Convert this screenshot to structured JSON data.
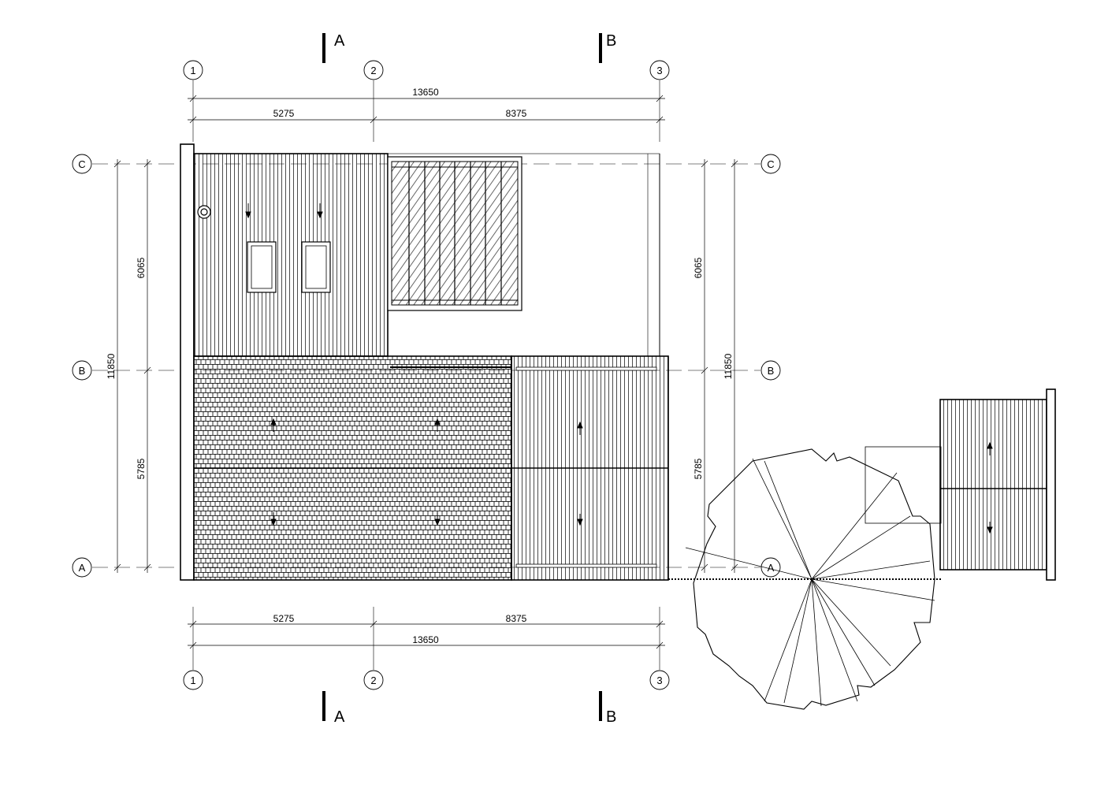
{
  "grid": {
    "cols": [
      "1",
      "2",
      "3"
    ],
    "rows": [
      "C",
      "B",
      "A"
    ]
  },
  "sections": {
    "a": "A",
    "b": "B"
  },
  "dims": {
    "top_total": "13650",
    "top_left": "5275",
    "top_right": "8375",
    "bottom_left": "5275",
    "bottom_right": "8375",
    "bottom_total": "13650",
    "left_upper": "6065",
    "left_total": "11850",
    "left_lower": "5785",
    "right_upper": "6065",
    "right_total": "11850",
    "right_lower": "5785"
  }
}
